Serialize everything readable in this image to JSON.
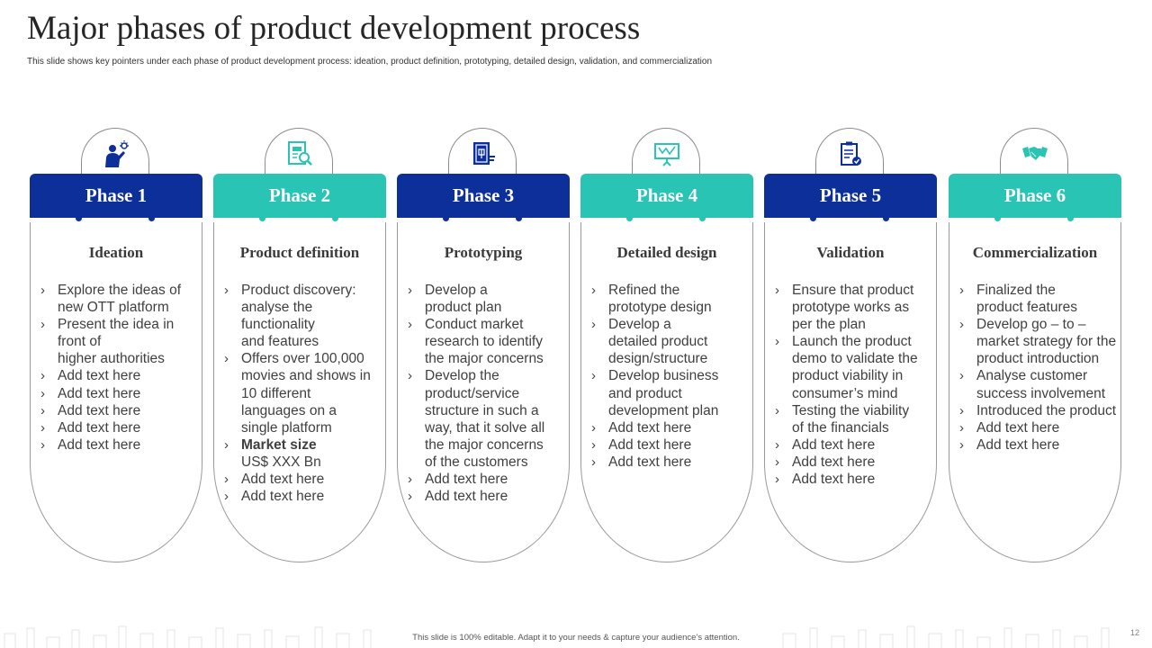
{
  "title": "Major phases of product development process",
  "subtitle": "This slide shows key pointers under each phase of product development process: ideation, product definition, prototyping, detailed design, validation, and commercialization",
  "footer": "This slide is 100% editable.  Adapt it to your needs & capture your audience’s attention.",
  "page_number": "12",
  "colors": {
    "dark_blue": "#0d2f9a",
    "teal": "#2ac4b4",
    "text": "#404040",
    "border": "#9a9a9a"
  },
  "phases": [
    {
      "label": "Phase 1",
      "heading": "Ideation",
      "icon": "person-idea-icon",
      "color": "#0d2f9a",
      "items": [
        [
          "Explore the ideas of",
          "new OTT platform"
        ],
        [
          "Present the idea in",
          "front of",
          "higher authorities"
        ],
        [
          "Add text here"
        ],
        [
          "Add text here"
        ],
        [
          "Add text here"
        ],
        [
          "Add text here"
        ],
        [
          "Add text here"
        ]
      ]
    },
    {
      "label": "Phase 2",
      "heading": "Product definition",
      "icon": "document-search-icon",
      "color": "#2ac4b4",
      "items": [
        [
          "Product discovery:",
          "analyse the",
          "functionality",
          "and features"
        ],
        [
          "Offers over 100,000",
          "movies and shows in",
          "10 different",
          "languages on a",
          "single platform"
        ],
        [
          "Market size",
          "US$ XXX Bn"
        ],
        [
          "Add text here"
        ],
        [
          "Add text here"
        ]
      ]
    },
    {
      "label": "Phase 3",
      "heading": "Prototyping",
      "icon": "blueprint-icon",
      "color": "#0d2f9a",
      "items": [
        [
          "Develop a",
          "product plan"
        ],
        [
          "Conduct market",
          "research to identify",
          "the major concerns"
        ],
        [
          "Develop the",
          "product/service",
          "structure  in such a",
          "way, that it solve all",
          "the major concerns",
          "of the customers"
        ],
        [
          "Add text here"
        ],
        [
          "Add text here"
        ]
      ]
    },
    {
      "label": "Phase 4",
      "heading": "Detailed design",
      "icon": "design-board-icon",
      "color": "#2ac4b4",
      "items": [
        [
          "Refined the",
          "prototype design"
        ],
        [
          "Develop a",
          "detailed product",
          "design/structure"
        ],
        [
          "Develop business",
          "and product",
          "development plan"
        ],
        [
          "Add text here"
        ],
        [
          "Add text here"
        ],
        [
          "Add text here"
        ]
      ]
    },
    {
      "label": "Phase 5",
      "heading": "Validation",
      "icon": "clipboard-check-icon",
      "color": "#0d2f9a",
      "items": [
        [
          "Ensure that product",
          "prototype works as",
          "per the plan"
        ],
        [
          "Launch the product",
          "demo to validate the",
          "product viability in",
          "consumer’s mind"
        ],
        [
          "Testing the viability",
          "of the financials"
        ],
        [
          "Add text here"
        ],
        [
          "Add text here"
        ],
        [
          "Add text here"
        ]
      ]
    },
    {
      "label": "Phase 6",
      "heading": "Commercialization",
      "icon": "handshake-icon",
      "color": "#2ac4b4",
      "items": [
        [
          "Finalized the",
          "product features"
        ],
        [
          "Develop go – to –",
          "market strategy for the",
          "product introduction"
        ],
        [
          "Analyse customer",
          "success involvement"
        ],
        [
          "Introduced  the product"
        ],
        [
          "Add text here"
        ],
        [
          "Add text here"
        ]
      ]
    }
  ]
}
